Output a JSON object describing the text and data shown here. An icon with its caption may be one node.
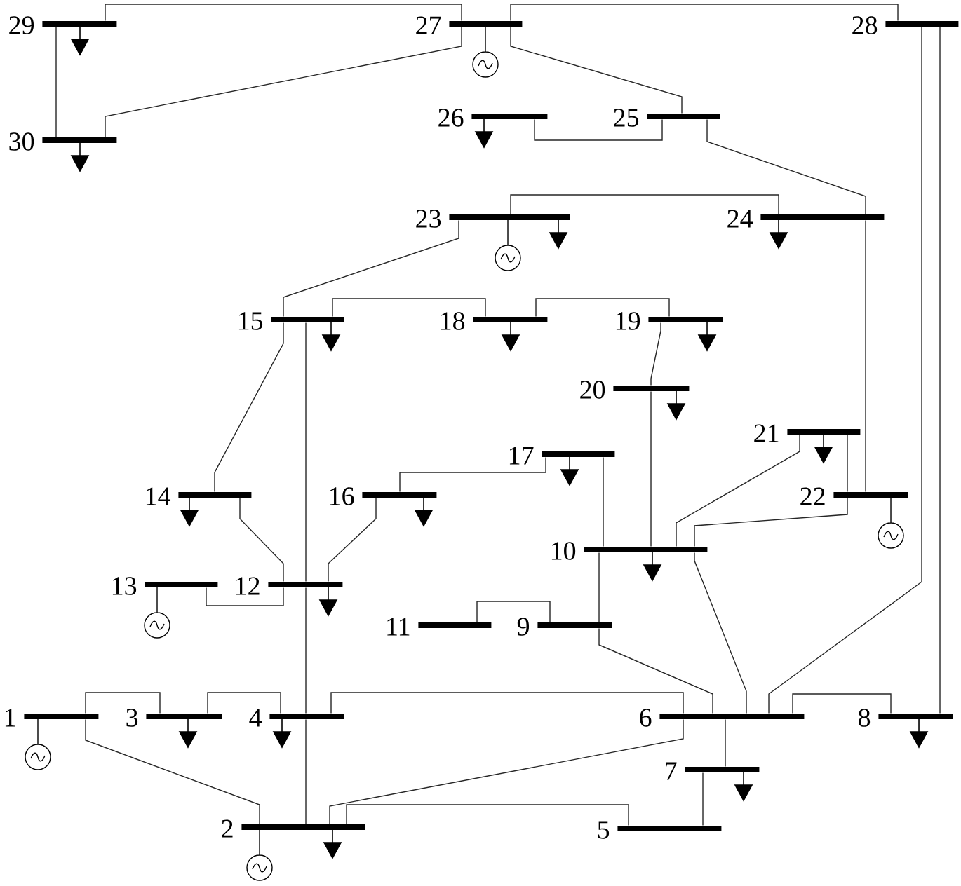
{
  "diagram": {
    "nodes": [
      {
        "text": [
          "1"
        ]
      },
      {
        "text": [
          "2"
        ]
      },
      {
        "text": [
          "3"
        ]
      },
      {
        "text": [
          "4"
        ]
      },
      {
        "text": [
          "5"
        ]
      },
      {
        "text": [
          "6"
        ]
      },
      {
        "text": [
          "7"
        ]
      },
      {
        "text": [
          "8"
        ]
      },
      {
        "text": [
          "9"
        ]
      },
      {
        "text": [
          "10"
        ]
      },
      {
        "text": [
          "11"
        ]
      },
      {
        "text": [
          "12"
        ]
      },
      {
        "text": [
          "13"
        ]
      },
      {
        "text": [
          "14"
        ]
      },
      {
        "text": [
          "15"
        ]
      },
      {
        "text": [
          "16"
        ]
      },
      {
        "text": [
          "17"
        ]
      },
      {
        "text": [
          "18"
        ]
      },
      {
        "text": [
          "19"
        ]
      },
      {
        "text": [
          "20"
        ]
      },
      {
        "text": [
          "21"
        ]
      },
      {
        "text": [
          "22"
        ]
      },
      {
        "text": [
          "23"
        ]
      },
      {
        "text": [
          "24"
        ]
      },
      {
        "text": [
          "25"
        ]
      },
      {
        "text": [
          "26"
        ]
      },
      {
        "text": [
          "27"
        ]
      },
      {
        "text": [
          "28"
        ]
      },
      {
        "text": [
          "29"
        ]
      },
      {
        "text": [
          "30"
        ]
      }
    ],
    "edges": [
      {
        "from": 0,
        "to": 1,
        "arrow": "none"
      },
      {
        "from": 0,
        "to": 2,
        "arrow": "none"
      },
      {
        "from": 1,
        "to": 3,
        "arrow": "none"
      },
      {
        "from": 2,
        "to": 3,
        "arrow": "none"
      },
      {
        "from": 1,
        "to": 4,
        "arrow": "none"
      },
      {
        "from": 1,
        "to": 5,
        "arrow": "none"
      },
      {
        "from": 3,
        "to": 5,
        "arrow": "none"
      },
      {
        "from": 4,
        "to": 6,
        "arrow": "none"
      },
      {
        "from": 5,
        "to": 6,
        "arrow": "none"
      },
      {
        "from": 5,
        "to": 7,
        "arrow": "none"
      },
      {
        "from": 5,
        "to": 8,
        "arrow": "none"
      },
      {
        "from": 5,
        "to": 9,
        "arrow": "none"
      },
      {
        "from": 8,
        "to": 10,
        "arrow": "none"
      },
      {
        "from": 8,
        "to": 9,
        "arrow": "none"
      },
      {
        "from": 3,
        "to": 11,
        "arrow": "none"
      },
      {
        "from": 11,
        "to": 12,
        "arrow": "none"
      },
      {
        "from": 11,
        "to": 13,
        "arrow": "none"
      },
      {
        "from": 11,
        "to": 14,
        "arrow": "none"
      },
      {
        "from": 11,
        "to": 15,
        "arrow": "none"
      },
      {
        "from": 13,
        "to": 14,
        "arrow": "none"
      },
      {
        "from": 15,
        "to": 16,
        "arrow": "none"
      },
      {
        "from": 14,
        "to": 17,
        "arrow": "none"
      },
      {
        "from": 17,
        "to": 18,
        "arrow": "none"
      },
      {
        "from": 18,
        "to": 19,
        "arrow": "none"
      },
      {
        "from": 9,
        "to": 19,
        "arrow": "none"
      },
      {
        "from": 9,
        "to": 16,
        "arrow": "none"
      },
      {
        "from": 9,
        "to": 20,
        "arrow": "none"
      },
      {
        "from": 9,
        "to": 21,
        "arrow": "none"
      },
      {
        "from": 20,
        "to": 21,
        "arrow": "none"
      },
      {
        "from": 14,
        "to": 22,
        "arrow": "none"
      },
      {
        "from": 21,
        "to": 23,
        "arrow": "none"
      },
      {
        "from": 22,
        "to": 23,
        "arrow": "none"
      },
      {
        "from": 23,
        "to": 24,
        "arrow": "none"
      },
      {
        "from": 24,
        "to": 25,
        "arrow": "none"
      },
      {
        "from": 24,
        "to": 26,
        "arrow": "none"
      },
      {
        "from": 26,
        "to": 27,
        "arrow": "none"
      },
      {
        "from": 26,
        "to": 28,
        "arrow": "none"
      },
      {
        "from": 26,
        "to": 29,
        "arrow": "none"
      },
      {
        "from": 28,
        "to": 29,
        "arrow": "none"
      },
      {
        "from": 7,
        "to": 27,
        "arrow": "none"
      },
      {
        "from": 5,
        "to": 27,
        "arrow": "none"
      }
    ]
  }
}
